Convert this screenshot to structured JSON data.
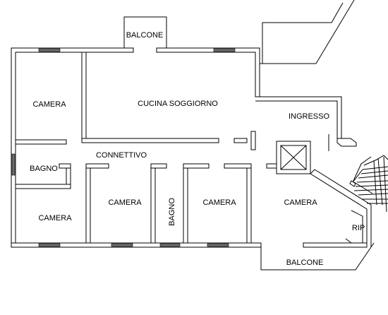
{
  "rooms": {
    "camera_nw": "CAMERA",
    "cucina_soggiorno": "CUCINA SOGGIORNO",
    "ingresso": "INGRESSO",
    "bagno_w": "BAGNO",
    "connettivo": "CONNETTIVO",
    "camera_sw": "CAMERA",
    "camera_s1": "CAMERA",
    "bagno_mid": "BAGNO",
    "camera_s2": "CAMERA",
    "camera_se": "CAMERA",
    "rip": "RIP",
    "balcone_top": "BALCONE",
    "balcone_bottom": "BALCONE"
  }
}
